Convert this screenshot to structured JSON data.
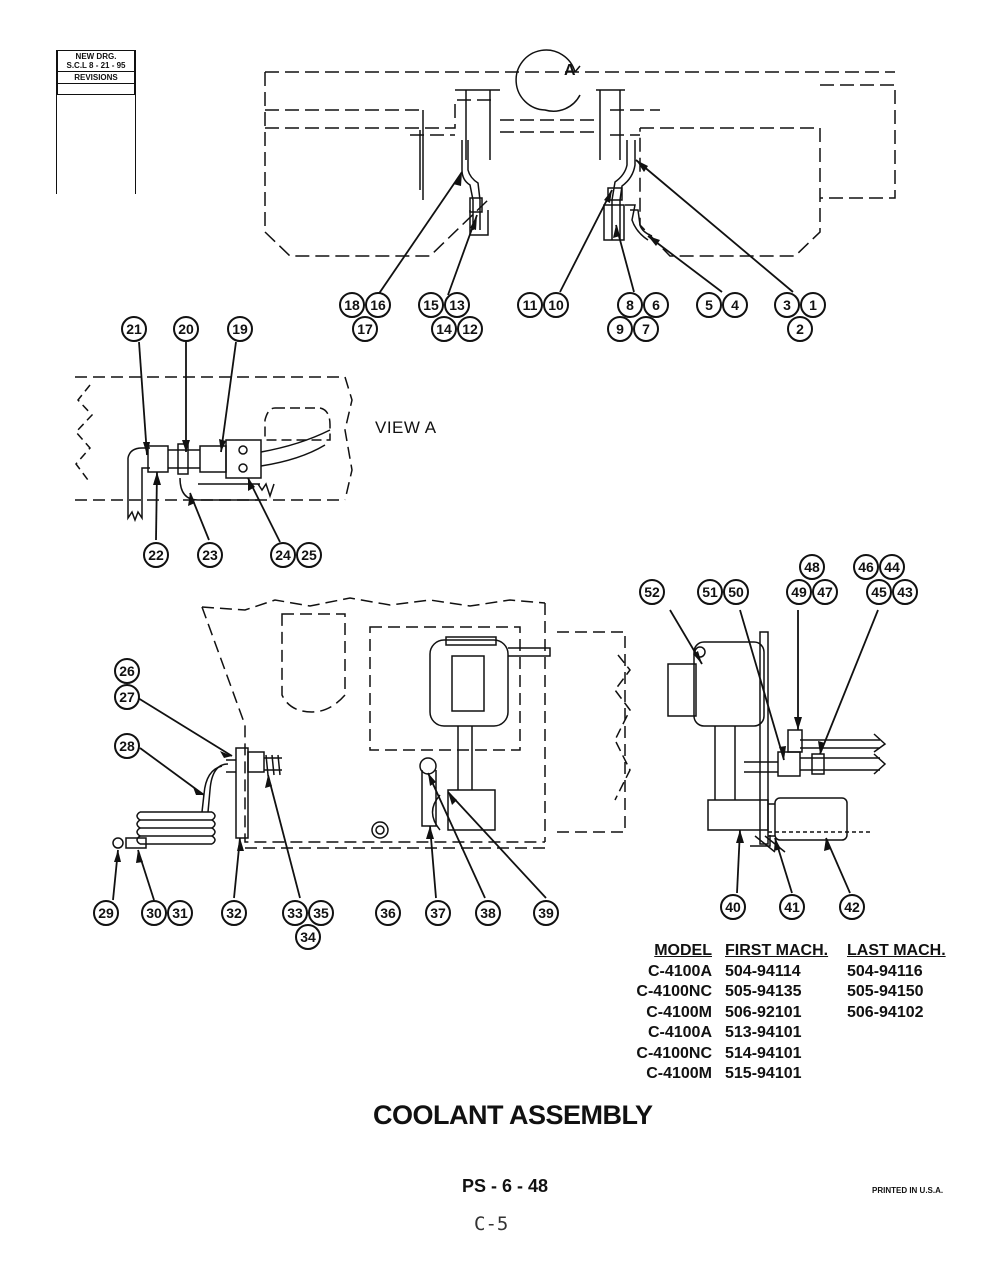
{
  "revision_block": {
    "line1": "NEW DRG.",
    "line2": "S.C.L  8 - 21 - 95",
    "line3": "REVISIONS"
  },
  "view_label": "VIEW A",
  "detail_marker": "A",
  "callouts": {
    "top": [
      "18",
      "16",
      "17",
      "15",
      "13",
      "14",
      "12",
      "11",
      "10",
      "8",
      "6",
      "9",
      "7",
      "5",
      "4",
      "3",
      "1",
      "2"
    ],
    "view_a": [
      "21",
      "20",
      "19",
      "22",
      "23",
      "24",
      "25"
    ],
    "side": [
      "52",
      "51",
      "50",
      "48",
      "49",
      "47",
      "46",
      "44",
      "45",
      "43",
      "40",
      "41",
      "42"
    ],
    "bottom": [
      "26",
      "27",
      "28",
      "29",
      "30",
      "31",
      "32",
      "33",
      "35",
      "34",
      "36",
      "37",
      "38",
      "39"
    ]
  },
  "model_table": {
    "headers": [
      "MODEL",
      "FIRST MACH.",
      "LAST MACH."
    ],
    "rows": [
      [
        "C-4100A",
        "504-94114",
        "504-94116"
      ],
      [
        "C-4100NC",
        "505-94135",
        "505-94150"
      ],
      [
        "C-4100M",
        "506-92101",
        "506-94102"
      ],
      [
        "C-4100A",
        "513-94101",
        ""
      ],
      [
        "C-4100NC",
        "514-94101",
        ""
      ],
      [
        "C-4100M",
        "515-94101",
        ""
      ]
    ]
  },
  "title": "COOLANT ASSEMBLY",
  "page_number": "PS - 6 - 48",
  "printed": "PRINTED IN U.S.A.",
  "handwritten_page": "C-5"
}
